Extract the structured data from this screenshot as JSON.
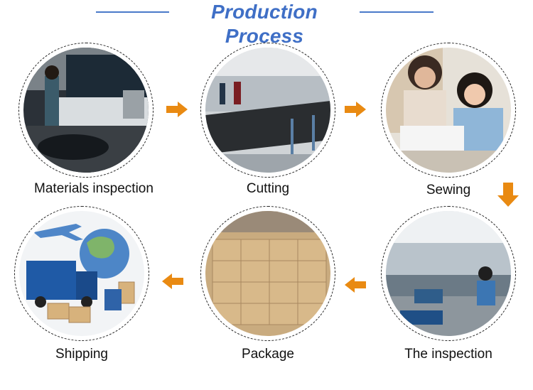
{
  "title": "Production Process",
  "steps": [
    {
      "label": "Materials inspection",
      "icon": "fabric-inspection-photo"
    },
    {
      "label": "Cutting",
      "icon": "cutting-workshop-photo"
    },
    {
      "label": "Sewing",
      "icon": "sewing-workers-photo"
    },
    {
      "label": "The inspection",
      "icon": "inspection-line-photo"
    },
    {
      "label": "Package",
      "icon": "carton-stack-photo"
    },
    {
      "label": "Shipping",
      "icon": "shipping-logistics-photo"
    }
  ],
  "colors": {
    "title": "#3f6fc6",
    "title_line": "#4a79c9",
    "arrow": "#e98a12",
    "text": "#111111"
  }
}
